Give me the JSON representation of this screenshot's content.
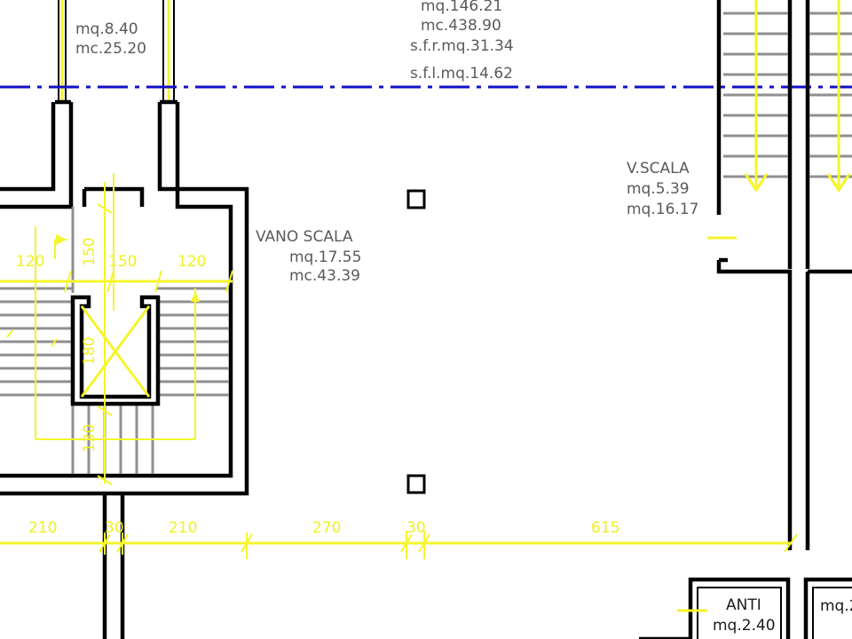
{
  "room_top_left": {
    "mq": "mq.8.40",
    "mc": "mc.25.20"
  },
  "room_top_center": {
    "mq": "mq.146.21",
    "mc": "mc.438.90",
    "sfr": "s.f.r.mq.31.34",
    "sfl": "s.f.l.mq.14.62"
  },
  "vano_scala": {
    "name": "VANO SCALA",
    "mq": "mq.17.55",
    "mc": "mc.43.39"
  },
  "v_scala": {
    "name": "V.SCALA",
    "mq": "mq.5.39",
    "mc": "mq.16.17"
  },
  "anti": {
    "name": "ANTI",
    "mq": "mq.2.40",
    "mq_right": "mq.2"
  },
  "stair_dims": {
    "left": "120",
    "center": "150",
    "right": "120",
    "rise_top": "150",
    "well": "180",
    "rise_bottom": "130"
  },
  "bottom_dims": [
    "210",
    "30",
    "210",
    "270",
    "30",
    "615"
  ],
  "colors": {
    "wall": "#000000",
    "stairs": "#8f8f8f",
    "dimension": "#f5f52a",
    "axis": "#1010c8",
    "label": "#5a5a5a"
  }
}
